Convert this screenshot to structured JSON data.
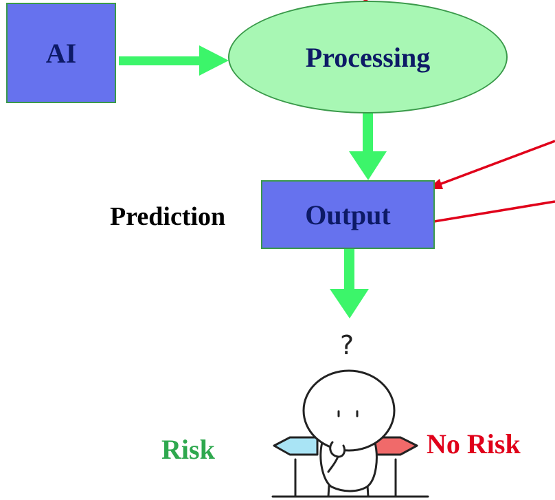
{
  "nodes": {
    "ai": "AI",
    "processing": "Processing",
    "output": "Output"
  },
  "labels": {
    "prediction": "Prediction",
    "risk": "Risk",
    "no_risk": "No Risk"
  },
  "figure": {
    "question_mark": "?"
  },
  "colors": {
    "box_fill": "#6672ee",
    "box_text": "#0d1a66",
    "ellipse_fill": "#a8f7b4",
    "green_arrow": "#3cf56a",
    "red_line": "#e0001a",
    "risk_text": "#2ea84e",
    "no_risk_text": "#e0001a",
    "left_sign": "#a9e4f5",
    "right_sign": "#f06a6a"
  }
}
